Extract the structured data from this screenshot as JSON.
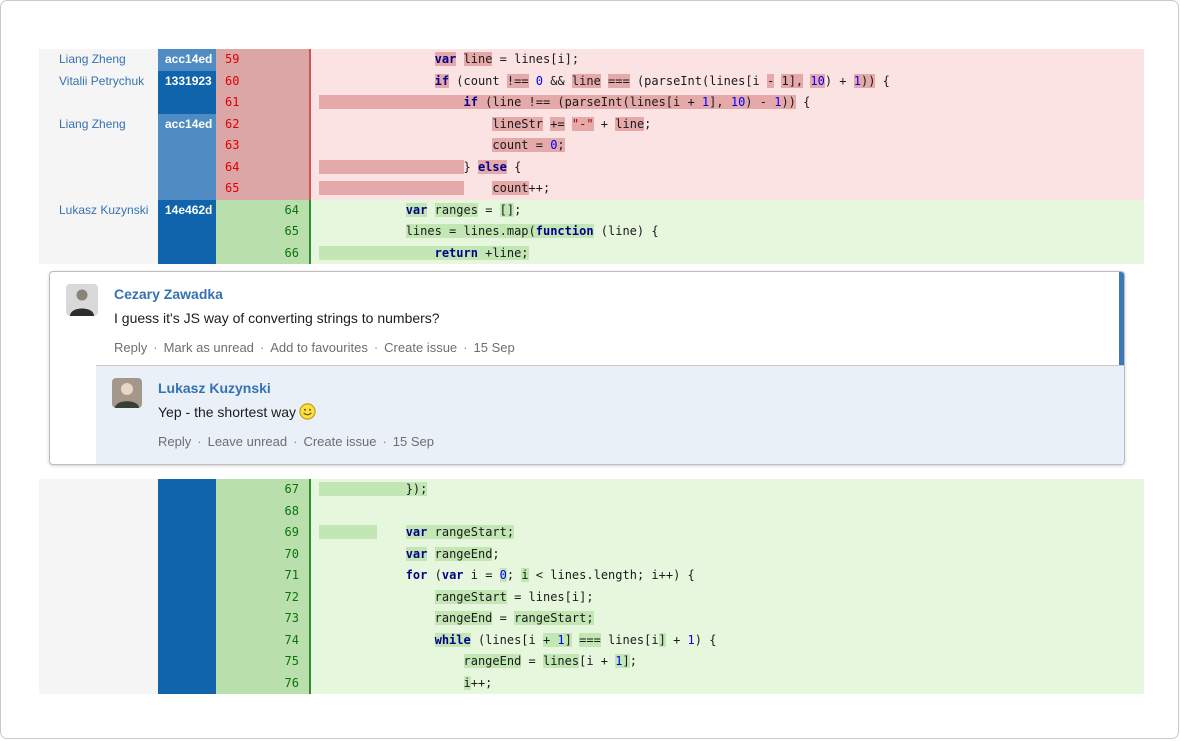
{
  "colors": {
    "author_link": "#3572b0",
    "hash_bg_medium": "#4e8cc3",
    "hash_bg_dark": "#0f64ab",
    "removed_line_bg": "#fce3e3",
    "removed_word_bg": "#e5a9a9",
    "removed_gutter_bg": "#dca6a6",
    "removed_number": "#e00000",
    "removed_divider": "#cc5555",
    "added_line_bg": "#e6f7de",
    "added_word_bg": "#c3e7b4",
    "added_gutter_bg": "#b9e0ac",
    "added_number": "#0b720b",
    "added_divider": "#2f8b2f",
    "keyword": "#00008b",
    "number_literal": "#0000ff",
    "string_literal": "#990000",
    "reply_bg": "#e9f0f8",
    "comment_side_bar": "#3c78b5",
    "action_link_gray": "#6e6e6e"
  },
  "diff": {
    "tables": [
      {
        "id": "diff-table-top",
        "rows": [
          {
            "author": "Liang Zheng",
            "hash": "acc14ed",
            "shade": "med",
            "num": "59",
            "kind": "del",
            "code": [
              [
                "p",
                "                "
              ],
              [
                "kh",
                "var"
              ],
              [
                "p",
                " "
              ],
              [
                "ph",
                "line"
              ],
              [
                "p",
                " = lines[i];"
              ]
            ]
          },
          {
            "author": "Vitalii Petrychuk",
            "hash": "1331923",
            "shade": "dark",
            "num": "60",
            "kind": "del",
            "code": [
              [
                "p",
                "                "
              ],
              [
                "kh",
                "if"
              ],
              [
                "p",
                " (count "
              ],
              [
                "ph",
                "!=="
              ],
              [
                "p",
                " "
              ],
              [
                "n",
                "0"
              ],
              [
                "p",
                " && "
              ],
              [
                "ph",
                "line"
              ],
              [
                "p",
                " "
              ],
              [
                "ph",
                "==="
              ],
              [
                "p",
                " (parseInt(lines[i "
              ],
              [
                "ph",
                "-"
              ],
              [
                "p",
                " "
              ],
              [
                "ph",
                "1],"
              ],
              [
                "p",
                " "
              ],
              [
                "nh",
                "10"
              ],
              [
                "p",
                ") + "
              ],
              [
                "nh",
                "1"
              ],
              [
                "ph",
                "))"
              ],
              [
                "p",
                " {"
              ]
            ]
          },
          {
            "author": "",
            "hash": "",
            "shade": "dark",
            "num": "61",
            "kind": "del",
            "code": [
              [
                "ph",
                "                    "
              ],
              [
                "kh",
                "if"
              ],
              [
                "ph",
                " (line !== (parseInt(lines[i + "
              ],
              [
                "nh",
                "1"
              ],
              [
                "ph",
                "], "
              ],
              [
                "nh",
                "10"
              ],
              [
                "ph",
                ") - "
              ],
              [
                "nh",
                "1"
              ],
              [
                "ph",
                "))"
              ],
              [
                "p",
                " {"
              ]
            ]
          },
          {
            "author": "Liang Zheng",
            "hash": "acc14ed",
            "shade": "med",
            "num": "62",
            "kind": "del",
            "code": [
              [
                "p",
                "                        "
              ],
              [
                "ph",
                "lineStr"
              ],
              [
                "p",
                " "
              ],
              [
                "ph",
                "+="
              ],
              [
                "p",
                " "
              ],
              [
                "sh",
                "\"-\""
              ],
              [
                "p",
                " + "
              ],
              [
                "ph",
                "line"
              ],
              [
                "p",
                ";"
              ]
            ]
          },
          {
            "author": "",
            "hash": "",
            "shade": "med",
            "num": "63",
            "kind": "del",
            "code": [
              [
                "p",
                "                        "
              ],
              [
                "ph",
                "count = "
              ],
              [
                "nh",
                "0"
              ],
              [
                "ph",
                ";"
              ]
            ]
          },
          {
            "author": "",
            "hash": "",
            "shade": "med",
            "num": "64",
            "kind": "del",
            "code": [
              [
                "ph",
                "                    "
              ],
              [
                "p",
                "} "
              ],
              [
                "kh",
                "else"
              ],
              [
                "p",
                " {"
              ]
            ]
          },
          {
            "author": "",
            "hash": "",
            "shade": "med",
            "num": "65",
            "kind": "del",
            "code": [
              [
                "ph",
                "                    "
              ],
              [
                "p",
                "    "
              ],
              [
                "ph",
                "count"
              ],
              [
                "p",
                "++;"
              ]
            ]
          },
          {
            "author": "Lukasz Kuzynski",
            "hash": "14e462d",
            "shade": "dark",
            "num": "64",
            "kind": "add",
            "code": [
              [
                "p",
                "            "
              ],
              [
                "kh",
                "var"
              ],
              [
                "p",
                " "
              ],
              [
                "ph",
                "ranges"
              ],
              [
                "p",
                " = "
              ],
              [
                "ph",
                "[]"
              ],
              [
                "p",
                ";"
              ]
            ]
          },
          {
            "author": "",
            "hash": "",
            "shade": "dark",
            "num": "65",
            "kind": "add",
            "code": [
              [
                "p",
                "            "
              ],
              [
                "ph",
                "lines = lines.map("
              ],
              [
                "kh",
                "function"
              ],
              [
                "p",
                " (line) {"
              ]
            ]
          },
          {
            "author": "",
            "hash": "",
            "shade": "dark",
            "num": "66",
            "kind": "add",
            "code": [
              [
                "ph",
                "                "
              ],
              [
                "kh",
                "return"
              ],
              [
                "ph",
                " +line;"
              ]
            ]
          }
        ]
      },
      {
        "id": "diff-table-bottom",
        "rows": [
          {
            "author": "",
            "hash": "",
            "shade": "dark",
            "num": "67",
            "kind": "add",
            "code": [
              [
                "ph",
                "            });"
              ]
            ]
          },
          {
            "author": "",
            "hash": "",
            "shade": "dark",
            "num": "68",
            "kind": "add",
            "code": []
          },
          {
            "author": "",
            "hash": "",
            "shade": "dark",
            "num": "69",
            "kind": "add",
            "code": [
              [
                "ph",
                "        "
              ],
              [
                "p",
                "    "
              ],
              [
                "kh",
                "var"
              ],
              [
                "ph",
                " rangeStart;"
              ]
            ]
          },
          {
            "author": "",
            "hash": "",
            "shade": "dark",
            "num": "70",
            "kind": "add",
            "code": [
              [
                "p",
                "            "
              ],
              [
                "kh",
                "var"
              ],
              [
                "p",
                " "
              ],
              [
                "ph",
                "rangeEnd"
              ],
              [
                "p",
                ";"
              ]
            ]
          },
          {
            "author": "",
            "hash": "",
            "shade": "dark",
            "num": "71",
            "kind": "add",
            "code": [
              [
                "p",
                "            "
              ],
              [
                "k",
                "for"
              ],
              [
                "p",
                " ("
              ],
              [
                "k",
                "var"
              ],
              [
                "p",
                " i = "
              ],
              [
                "nh",
                "0"
              ],
              [
                "p",
                "; "
              ],
              [
                "ph",
                "i"
              ],
              [
                "p",
                " < lines.length; i++) {"
              ]
            ]
          },
          {
            "author": "",
            "hash": "",
            "shade": "dark",
            "num": "72",
            "kind": "add",
            "code": [
              [
                "p",
                "                "
              ],
              [
                "ph",
                "rangeStart"
              ],
              [
                "p",
                " = lines[i];"
              ]
            ]
          },
          {
            "author": "",
            "hash": "",
            "shade": "dark",
            "num": "73",
            "kind": "add",
            "code": [
              [
                "p",
                "                "
              ],
              [
                "ph",
                "rangeEnd"
              ],
              [
                "p",
                " = "
              ],
              [
                "ph",
                "rangeStart;"
              ]
            ]
          },
          {
            "author": "",
            "hash": "",
            "shade": "dark",
            "num": "74",
            "kind": "add",
            "code": [
              [
                "p",
                "                "
              ],
              [
                "kh",
                "while"
              ],
              [
                "p",
                " (lines[i "
              ],
              [
                "ph",
                "+ "
              ],
              [
                "nh",
                "1"
              ],
              [
                "ph",
                "]"
              ],
              [
                "p",
                " "
              ],
              [
                "ph",
                "==="
              ],
              [
                "p",
                " lines[i"
              ],
              [
                "ph",
                "]"
              ],
              [
                "p",
                " + "
              ],
              [
                "n",
                "1"
              ],
              [
                "p",
                ") {"
              ]
            ]
          },
          {
            "author": "",
            "hash": "",
            "shade": "dark",
            "num": "75",
            "kind": "add",
            "code": [
              [
                "p",
                "                    "
              ],
              [
                "ph",
                "rangeEnd"
              ],
              [
                "p",
                " = "
              ],
              [
                "ph",
                "lines"
              ],
              [
                "p",
                "[i + "
              ],
              [
                "nh",
                "1"
              ],
              [
                "ph",
                "]"
              ],
              [
                "p",
                ";"
              ]
            ]
          },
          {
            "author": "",
            "hash": "",
            "shade": "dark",
            "num": "76",
            "kind": "add",
            "code": [
              [
                "p",
                "                    "
              ],
              [
                "ph",
                "i"
              ],
              [
                "p",
                "++;"
              ]
            ]
          }
        ]
      }
    ]
  },
  "comments": {
    "main": {
      "author": "Cezary Zawadka",
      "body": "I guess it's JS way of converting strings to numbers?",
      "actions": [
        "Reply",
        "Mark as unread",
        "Add to favourites",
        "Create issue"
      ],
      "date": "15 Sep"
    },
    "reply": {
      "author": "Lukasz Kuzynski",
      "body": "Yep - the shortest way",
      "emoticon": "smiley-icon",
      "actions": [
        "Reply",
        "Leave unread",
        "Create issue"
      ],
      "date": "15 Sep"
    }
  }
}
